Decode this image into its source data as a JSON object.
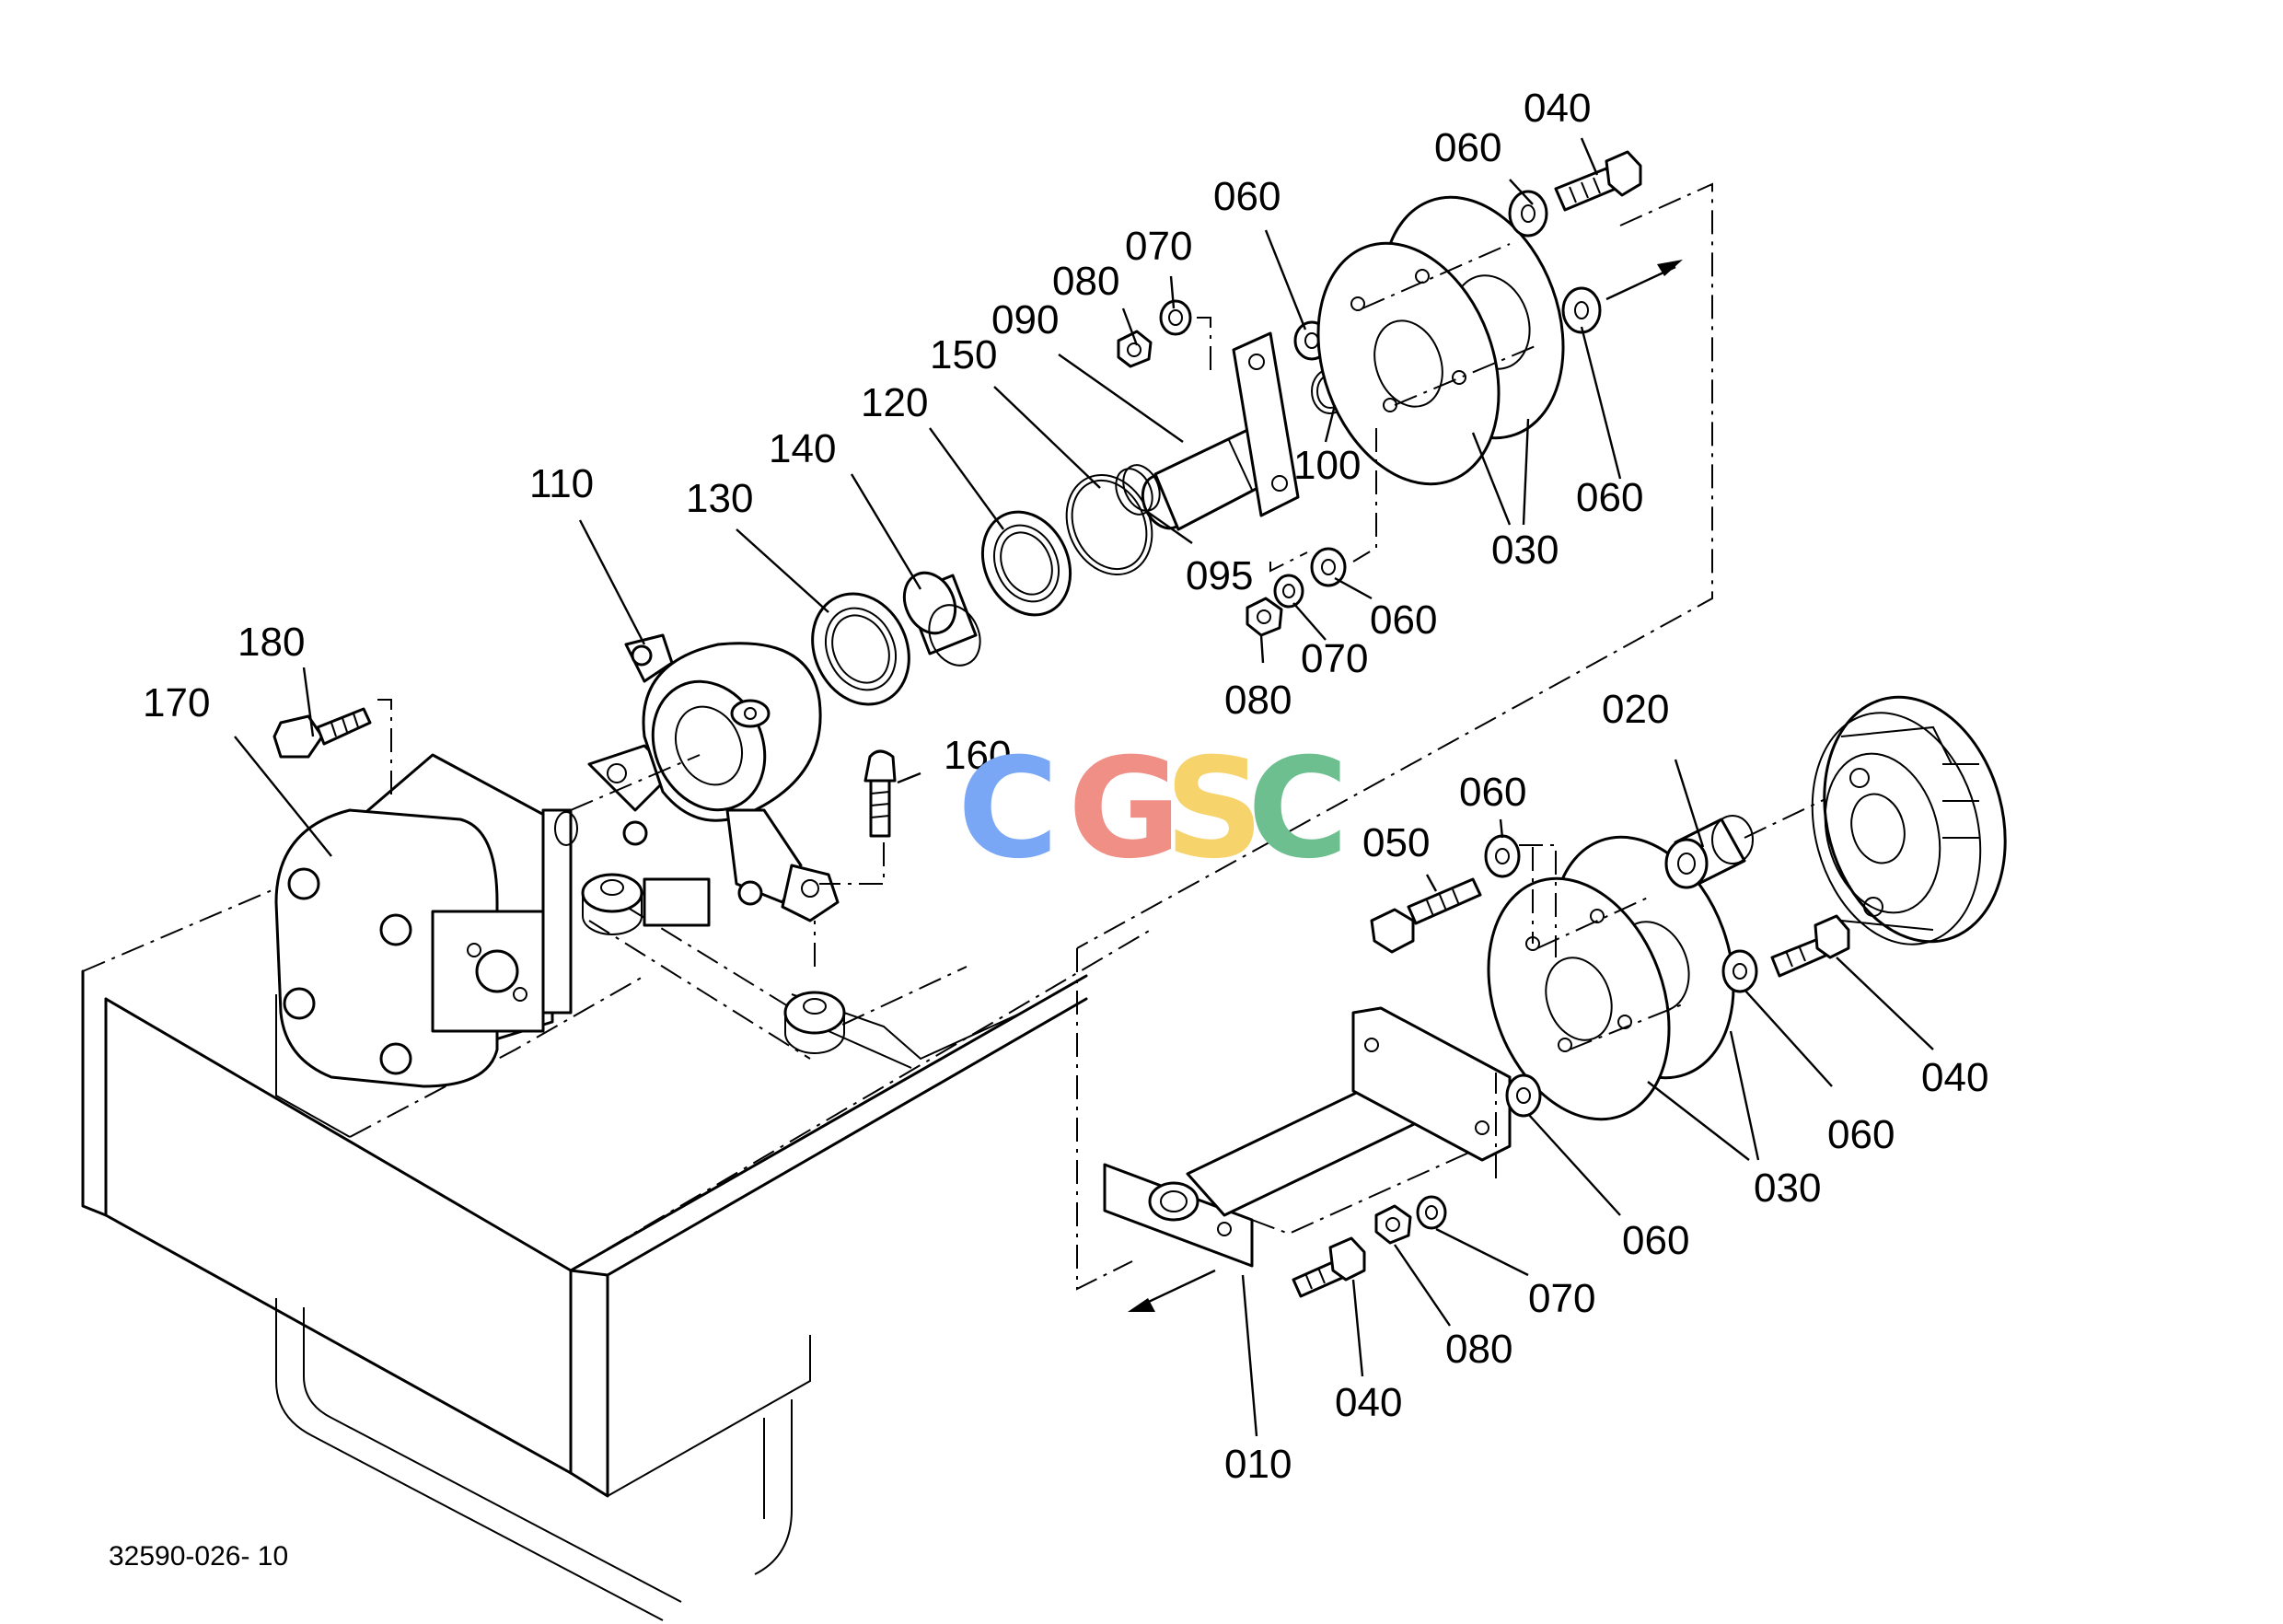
{
  "figure_number": "32590-026- 10",
  "watermark": {
    "letters": [
      "C",
      "G",
      "S",
      "C"
    ],
    "colors": [
      "#7aa7f5",
      "#ef8f86",
      "#f6d36b",
      "#6dbf8f"
    ]
  },
  "part_labels": {
    "p010": "010",
    "p020": "020",
    "p030_top": "030",
    "p030_bottom": "030",
    "p040_top": "040",
    "p040_right": "040",
    "p040_bottom": "040",
    "p050": "050",
    "p060_top": "060",
    "p060_a": "060",
    "p060_b": "060",
    "p060_c": "060",
    "p060_d": "060",
    "p060_e": "060",
    "p060_f": "060",
    "p070_top": "070",
    "p070_mid": "070",
    "p070_bottom": "070",
    "p080_top": "080",
    "p080_mid": "080",
    "p080_bottom": "080",
    "p090": "090",
    "p095": "095",
    "p100": "100",
    "p110": "110",
    "p120": "120",
    "p130": "130",
    "p140": "140",
    "p150": "150",
    "p160": "160",
    "p170": "170",
    "p180": "180"
  }
}
